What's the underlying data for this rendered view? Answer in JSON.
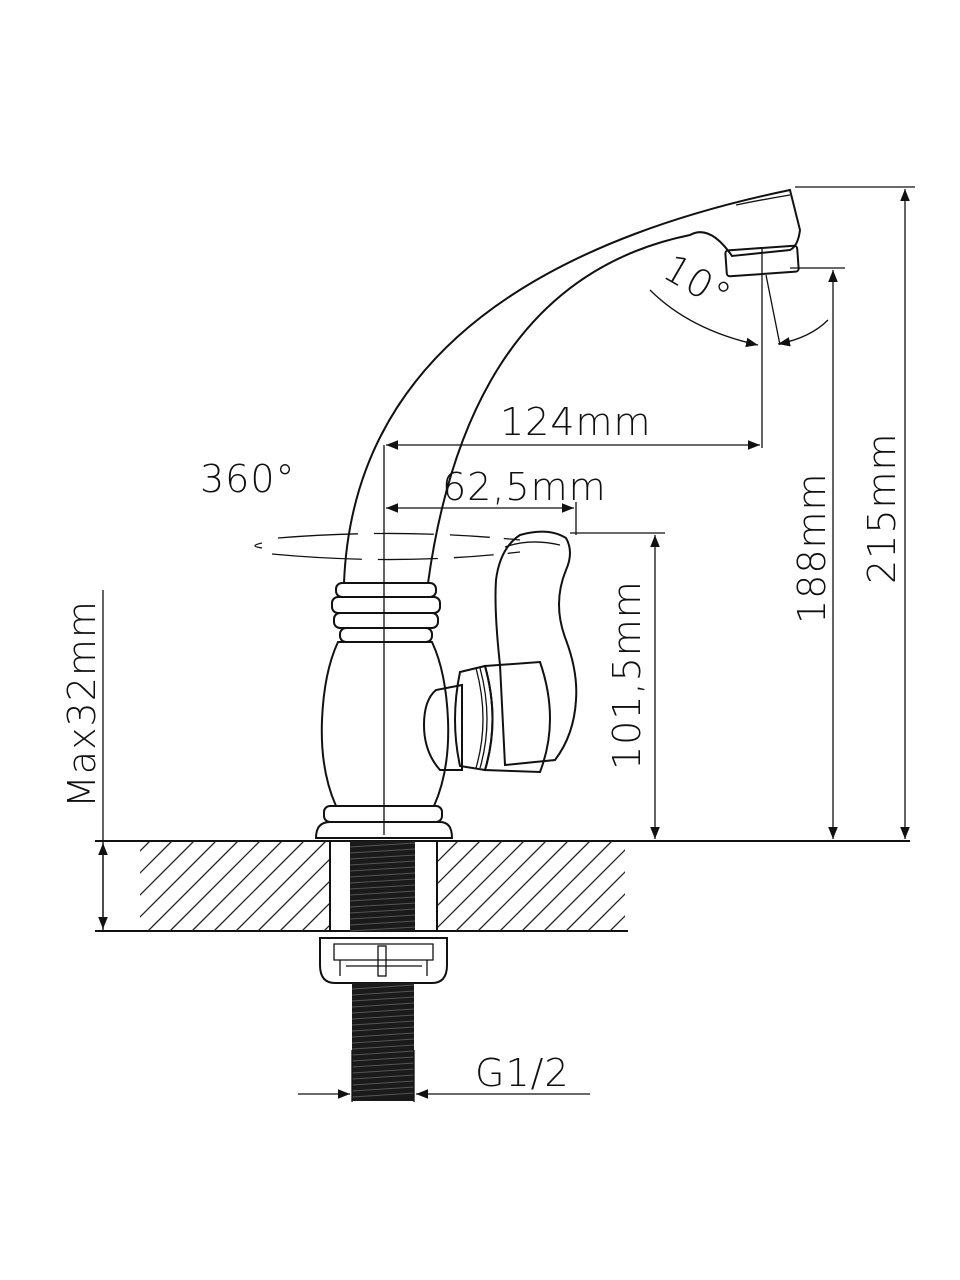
{
  "dimensions": {
    "spout_reach": "124mm",
    "handle_offset": "62,5mm",
    "rotation": "360°",
    "spout_angle": "10°",
    "handle_height": "101,5mm",
    "outlet_height": "188mm",
    "total_height": "215mm",
    "max_counter_thickness": "Max32mm",
    "thread_size": "G1/2"
  },
  "colors": {
    "line": "#111111",
    "background": "#ffffff",
    "thread": "#1a1a1a"
  }
}
